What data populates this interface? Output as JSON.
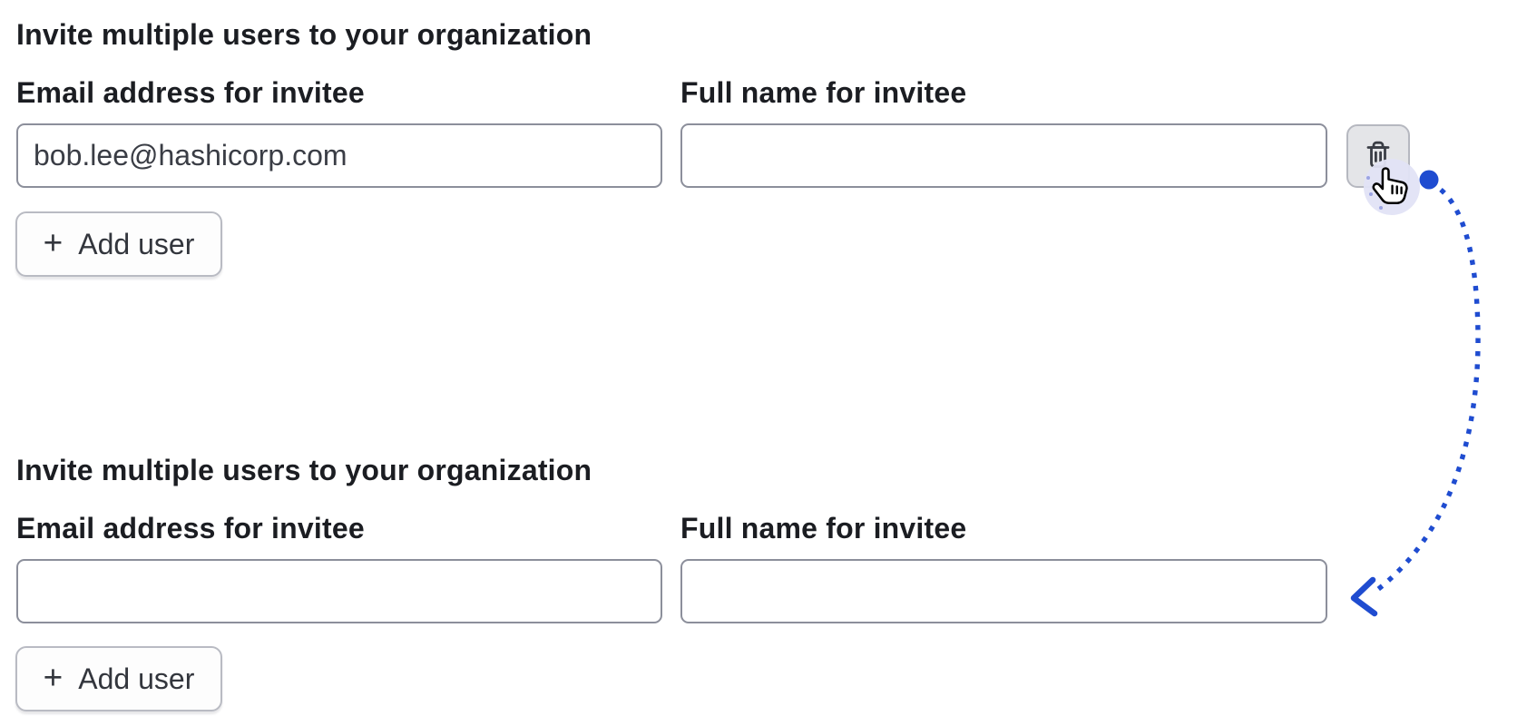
{
  "colors": {
    "annotation_blue": "#1f4cd0",
    "cursor_halo": "#e2e3f5",
    "input_border": "#8c8f9b",
    "button_border": "#b9bbc3",
    "delete_button_bg": "#e4e5e8",
    "text_primary": "#1b1d22",
    "input_text": "#3a3d45"
  },
  "icons": {
    "trash": "trash-icon",
    "cursor": "hand-pointer-cursor",
    "plus": "plus-icon"
  },
  "blocks": [
    {
      "heading": "Invite multiple users to your organization",
      "email_field": {
        "label": "Email address for invitee",
        "value": "bob.lee@hashicorp.com"
      },
      "name_field": {
        "label": "Full name for invitee",
        "value": ""
      },
      "add_button": {
        "plus_icon": "+",
        "label": "Add user"
      }
    },
    {
      "heading": "Invite multiple users to your organization",
      "email_field": {
        "label": "Email address for invitee",
        "value": ""
      },
      "name_field": {
        "label": "Full name for invitee",
        "value": ""
      },
      "add_button": {
        "plus_icon": "+",
        "label": "Add user"
      }
    }
  ]
}
